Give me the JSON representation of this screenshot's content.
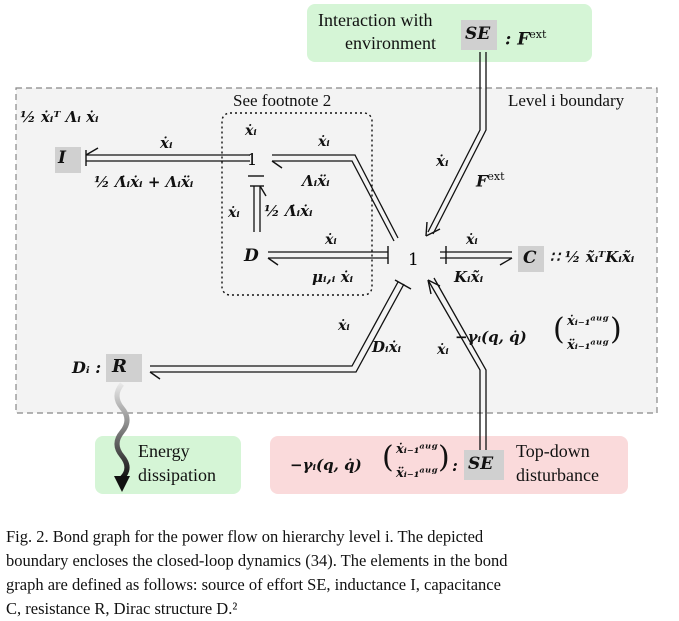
{
  "boxes": {
    "interaction_env": {
      "line1": "Interaction with",
      "line2": "environment",
      "fill": "#d5f5d6"
    },
    "energy_dissipation": {
      "line1": "Energy",
      "line2": "dissipation",
      "fill": "#d5f5d6"
    },
    "topdown": {
      "line1": "Top-down",
      "line2": "disturbance",
      "fill": "#fadadb"
    }
  },
  "labels": {
    "level_boundary": "Level i boundary",
    "footnote_box": "See footnote 2"
  },
  "elements": {
    "SE": "SE",
    "I": "I",
    "C": "C",
    "R": "R",
    "D": "D",
    "junction_one": "1"
  },
  "element_fill": "#d0d0d0",
  "math": {
    "F_ext": "F",
    "F_ext_sup": "ext",
    "I_energy": "½ ẋᵢᵀ Λᵢ ẋᵢ",
    "xdot_i": "ẋᵢ",
    "I_effort": "½ Λ̇ᵢẋᵢ + Λᵢẍᵢ",
    "Lambda_xdd": "Λᵢẍᵢ",
    "half_Lambda_dot": "½ Λ̇ᵢẋᵢ",
    "mu_xdot": "μᵢ,ᵢ ẋᵢ",
    "K_x": "Kᵢx̃ᵢ",
    "C_energy": "½ x̃ᵢᵀKᵢx̃ᵢ",
    "D_xdot": "Dᵢẋᵢ",
    "R_left": "Dᵢ",
    "gamma_term": "−γᵢ(q, q̇)",
    "aug_top": "ẋᵢ₋₁ᵃᵘᵍ",
    "aug_bottom": "ẍᵢ₋₁ᵃᵘᵍ"
  },
  "caption": {
    "line1": "Fig. 2.  Bond graph for the power flow on hierarchy level i. The depicted",
    "line2": "boundary encloses the closed-loop dynamics (34). The elements in the bond",
    "line3": "graph are defined as follows: source of effort SE, inductance I, capacitance",
    "line4": "C, resistance R, Dirac structure D.²"
  }
}
